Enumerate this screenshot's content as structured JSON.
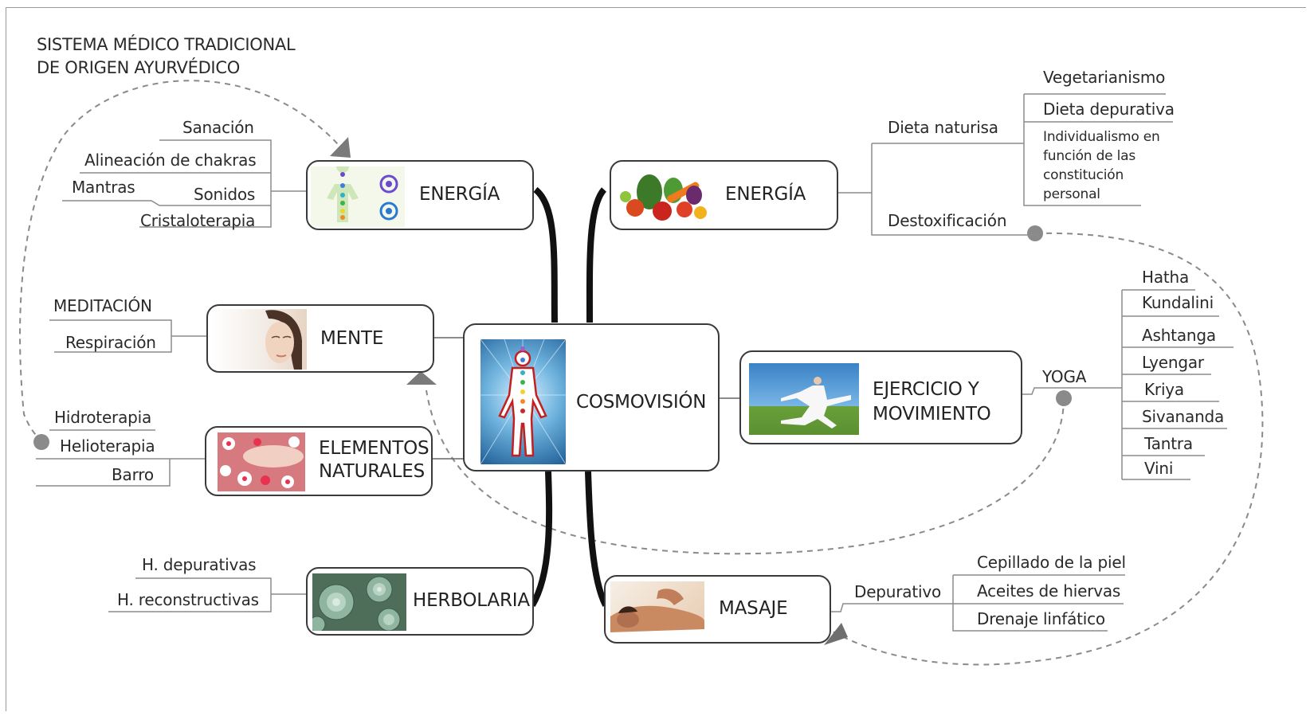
{
  "title_lines": [
    "SISTEMA MÉDICO TRADICIONAL",
    "DE ORIGEN AYURVÉDICO"
  ],
  "center": {
    "label": "COSMOVISIÓN",
    "icon": "human-energy-figure"
  },
  "branches": {
    "energia_left": {
      "label": "ENERGÍA",
      "icon": "chakra-figure",
      "leaves": [
        "Sanación",
        "Alineación de chakras",
        "Mantras",
        "Sonidos",
        "Cristaloterapia"
      ]
    },
    "mente": {
      "label": "MENTE",
      "icon": "woman-face",
      "leaves": [
        "MEDITACIÓN",
        "Respiración"
      ]
    },
    "elementos": {
      "label_lines": [
        "ELEMENTOS",
        "NATURALES"
      ],
      "icon": "flower-bath",
      "leaves": [
        "Hidroterapia",
        "Helioterapia",
        "Barro"
      ]
    },
    "herbolaria": {
      "label": "HERBOLARIA",
      "icon": "succulent-plants",
      "leaves": [
        "H. depurativas",
        "H. reconstructivas"
      ]
    },
    "energia_right": {
      "label": "ENERGÍA",
      "icon": "vegetables",
      "sub": {
        "dieta": "Dieta naturisa",
        "dieta_leaves": [
          "Vegetarianismo",
          "Dieta depurativa"
        ],
        "dieta_note": "Individualismo en función de las constitución personal",
        "detox": "Destoxificación"
      }
    },
    "ejercicio": {
      "label_lines": [
        "EJERCICIO Y",
        "MOVIMIENTO"
      ],
      "icon": "tai-chi-person",
      "sub": "YOGA",
      "leaves": [
        "Hatha",
        "Kundalini",
        "Ashtanga",
        "Lyengar",
        "Kriya",
        "Sivananda",
        "Tantra",
        "Vini"
      ]
    },
    "masaje": {
      "label": "MASAJE",
      "icon": "massage",
      "sub": "Depurativo",
      "leaves": [
        "Cepillado de la piel",
        "Aceites de  hiervas",
        "Drenaje linfático"
      ]
    }
  },
  "colors": {
    "line": "#3a3a3a",
    "dashed": "#8a8a8a",
    "connector": "#111111",
    "leaf_rule": "#8c8c8c"
  }
}
